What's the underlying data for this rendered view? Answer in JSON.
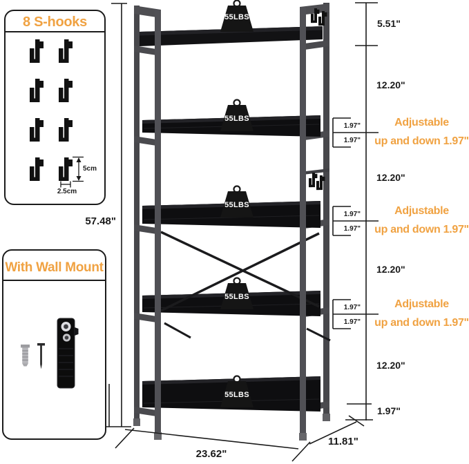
{
  "accent_color": "#F0A242",
  "line_color": "#1a1a1a",
  "s_hooks_box": {
    "title": "8 S-hooks",
    "hook_count": 8,
    "hook_height_label": "5cm",
    "hook_width_label": "2.5cm"
  },
  "wall_mount_box": {
    "title": "With Wall Mount"
  },
  "shelf": {
    "tier_count": 5,
    "weight_label": "55LBS"
  },
  "dims": {
    "total_height": "57.48\"",
    "top_section": "5.51\"",
    "section_1": "12.20\"",
    "section_2": "12.20\"",
    "section_3": "12.20\"",
    "section_4": "12.20\"",
    "leg_height": "1.97\"",
    "adj_up": "1.97\"",
    "adj_down": "1.97\"",
    "adjustable_line1": "Adjustable",
    "adjustable_line2": "up and down 1.97\"",
    "width": "23.62\"",
    "depth": "11.81\""
  }
}
